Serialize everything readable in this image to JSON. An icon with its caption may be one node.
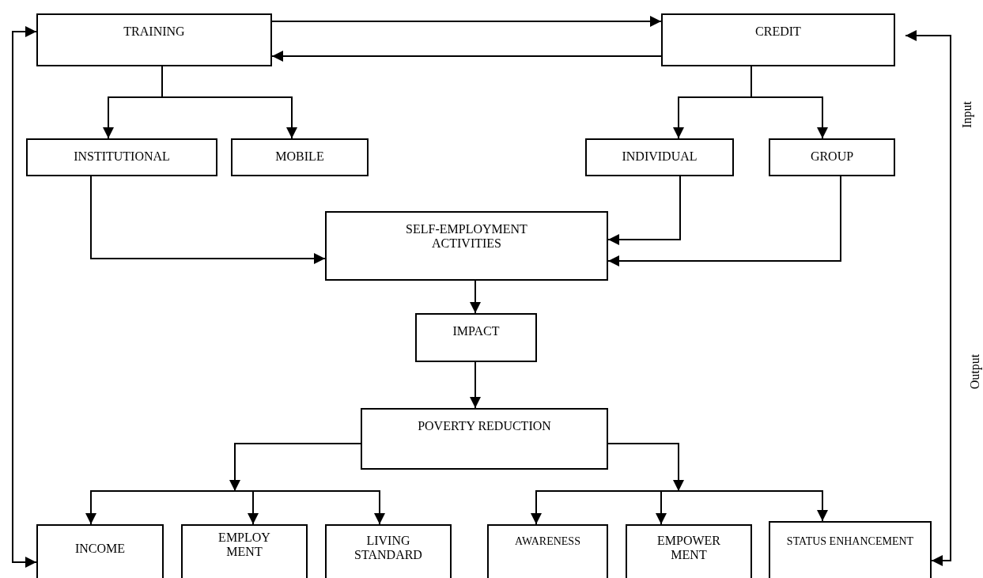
{
  "diagram": {
    "nodes": [
      {
        "text": [
          "TRAINING"
        ]
      },
      {
        "text": [
          "CREDIT"
        ]
      },
      {
        "text": [
          "INSTITUTIONAL"
        ]
      },
      {
        "text": [
          "MOBILE"
        ]
      },
      {
        "text": [
          "INDIVIDUAL"
        ]
      },
      {
        "text": [
          "GROUP"
        ]
      },
      {
        "text": [
          "SELF-EMPLOYMENT ACTIVITIES"
        ]
      },
      {
        "text": [
          "IMPACT"
        ]
      },
      {
        "text": [
          "POVERTY REDUCTION"
        ]
      },
      {
        "text": [
          "INCOME"
        ]
      },
      {
        "text": [
          "EMPLOY MENT"
        ]
      },
      {
        "text": [
          "LIVING STANDARD"
        ]
      },
      {
        "text": [
          "AWARENESS"
        ]
      },
      {
        "text": [
          "EMPOWER MENT"
        ]
      },
      {
        "text": [
          "STATUS ENHANCEMENT"
        ]
      }
    ],
    "edges": [
      {
        "from": 0,
        "to": 1,
        "arrow": "to"
      },
      {
        "from": 1,
        "to": 0,
        "arrow": "to"
      },
      {
        "from": 0,
        "to": 2,
        "arrow": "to"
      },
      {
        "from": 0,
        "to": 3,
        "arrow": "to"
      },
      {
        "from": 1,
        "to": 4,
        "arrow": "to"
      },
      {
        "from": 1,
        "to": 5,
        "arrow": "to"
      },
      {
        "from": 2,
        "to": 6,
        "arrow": "to"
      },
      {
        "from": 4,
        "to": 6,
        "arrow": "to"
      },
      {
        "from": 5,
        "to": 6,
        "arrow": "to"
      },
      {
        "from": 6,
        "to": 7,
        "arrow": "to"
      },
      {
        "from": 7,
        "to": 8,
        "arrow": "to"
      },
      {
        "from": 8,
        "to": 9,
        "arrow": "to"
      },
      {
        "from": 8,
        "to": 10,
        "arrow": "to"
      },
      {
        "from": 8,
        "to": 11,
        "arrow": "to"
      },
      {
        "from": 8,
        "to": 12,
        "arrow": "to"
      },
      {
        "from": 8,
        "to": 13,
        "arrow": "to"
      },
      {
        "from": 8,
        "to": 14,
        "arrow": "to"
      },
      {
        "from": 9,
        "to": 0,
        "arrow": "both"
      },
      {
        "from": 14,
        "to": 1,
        "arrow": "both"
      }
    ],
    "labels": [
      "Input",
      "Output"
    ]
  }
}
